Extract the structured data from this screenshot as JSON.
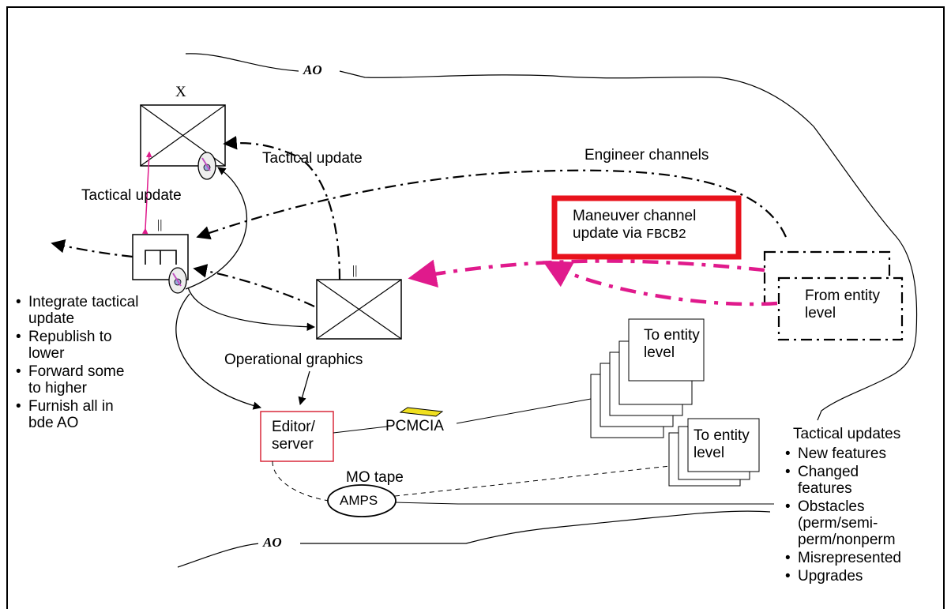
{
  "ao_labels": [
    "AO",
    "AO"
  ],
  "top_unit_symbol": "X",
  "mid_unit_symbol": "||",
  "right_unit_symbol": "||",
  "labels": {
    "tactical_update_top": "Tactical update",
    "tactical_update_left": "Tactical update",
    "engineer_channels": "Engineer channels",
    "maneuver_channel_line1": "Maneuver channel",
    "maneuver_channel_line2_prefix": "update via ",
    "maneuver_channel_line2_code": "FBCB2",
    "from_entity_level_line1": "From entity",
    "from_entity_level_line2": "level",
    "operational_graphics": "Operational graphics",
    "editor_server_line1": "Editor/",
    "editor_server_line2": "server",
    "pcmcia": "PCMCIA",
    "mo_tape": "MO tape",
    "amps": "AMPS",
    "to_entity_level_1_line1": "To entity",
    "to_entity_level_1_line2": "level",
    "to_entity_level_2_line1": "To entity",
    "to_entity_level_2_line2": "level"
  },
  "left_bullets": [
    [
      "Integrate tactical",
      "update"
    ],
    [
      "Republish to",
      "lower"
    ],
    [
      "Forward some",
      "to higher"
    ],
    [
      "Furnish all in",
      "bde AO"
    ]
  ],
  "tactical_updates_title": "Tactical updates",
  "tactical_updates": [
    [
      "New features"
    ],
    [
      "Changed",
      "features"
    ],
    [
      "Obstacles",
      "(perm/semi-",
      "perm/nonperm"
    ],
    [
      "Misrepresented"
    ],
    [
      "Upgrades"
    ]
  ],
  "colors": {
    "highlight": "#e8121c",
    "magenta": "#e01a8c",
    "pcmcia": "#f0e020",
    "editor_border": "#d8283a"
  }
}
